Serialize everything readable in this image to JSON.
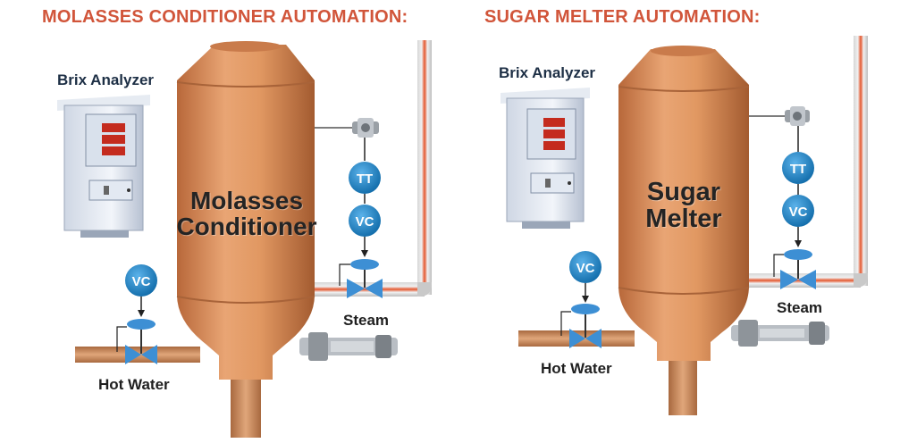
{
  "left": {
    "title": "MOLASSES CONDITIONER AUTOMATION:",
    "analyzer_label": "Brix Analyzer",
    "vessel_label_line1": "Molasses",
    "vessel_label_line2": "Conditioner",
    "tags": [
      "TT",
      "VC",
      "VC"
    ],
    "steam_label": "Steam",
    "water_label": "Hot Water"
  },
  "right": {
    "title": "SUGAR MELTER AUTOMATION:",
    "analyzer_label": "Brix Analyzer",
    "vessel_label_line1": "Sugar",
    "vessel_label_line2": "Melter",
    "tags": [
      "TT",
      "VC",
      "VC"
    ],
    "steam_label": "Steam",
    "water_label": "Hot Water"
  },
  "colors": {
    "title": "#d1553a",
    "vessel": "#d98c55",
    "pipe_copper": "#c98a5e",
    "pipe_steam": "#e4572e",
    "instrument_blue": "#1a7fc1",
    "valve_blue": "#3d8fd4"
  }
}
